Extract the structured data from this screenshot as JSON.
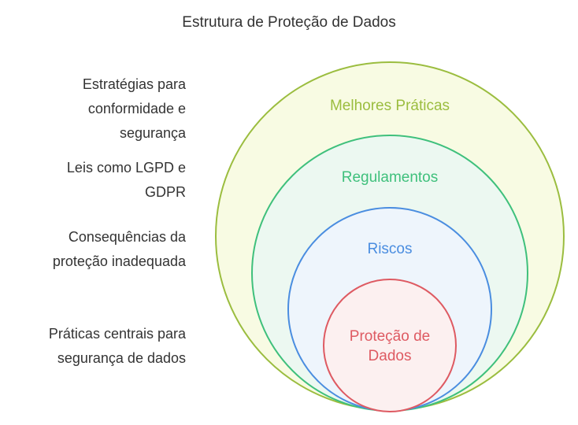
{
  "title": "Estrutura de Proteção de Dados",
  "layers": [
    {
      "label": "Melhores Práticas",
      "description": [
        "Estratégias para",
        "conformidade e",
        "segurança"
      ],
      "stroke": "#9bbd3f",
      "fill": "#f8fbe3",
      "text_color": "#9bbd3f"
    },
    {
      "label": "Regulamentos",
      "description": [
        "Leis como LGPD e",
        "GDPR"
      ],
      "stroke": "#3fc07c",
      "fill": "#ecf8f1",
      "text_color": "#3fc07c"
    },
    {
      "label": "Riscos",
      "description": [
        "Consequências da",
        "proteção inadequada"
      ],
      "stroke": "#4a8de0",
      "fill": "#eef5fc",
      "text_color": "#4a8de0"
    },
    {
      "label_lines": [
        "Proteção de",
        "Dados"
      ],
      "description": [
        "Práticas centrais para",
        "segurança de dados"
      ],
      "stroke": "#de5a62",
      "fill": "#fcf0f0",
      "text_color": "#de5a62"
    }
  ]
}
